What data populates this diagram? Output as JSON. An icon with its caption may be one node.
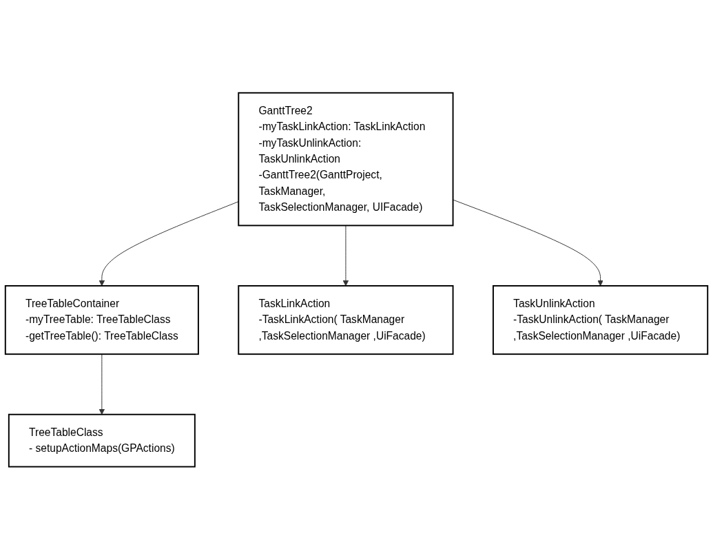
{
  "diagram": {
    "nodes": [
      {
        "text": [
          "TreeTableContainer",
          "-myTreeTable: TreeTableClass",
          "-getTreeTable(): TreeTableClass"
        ]
      },
      {
        "text": [
          "GanttTree2",
          "-myTaskLinkAction: TaskLinkAction",
          "-myTaskUnlinkAction: TaskUnlinkAction",
          "-GanttTree2(GanttProject, TaskManager, TaskSelectionManager, UIFacade)"
        ]
      },
      {
        "text": [
          "TreeTableClass",
          "- setupActionMaps(GPActions)"
        ]
      },
      {
        "text": [
          "TaskLinkAction",
          "-TaskLinkAction( TaskManager ,TaskSelectionManager ,UiFacade)"
        ]
      },
      {
        "text": [
          "TaskUnlinkAction",
          "-TaskUnlinkAction( TaskManager ,TaskSelectionManager ,UiFacade)"
        ]
      }
    ],
    "edges": [
      {
        "from": 1,
        "to": 0,
        "arrow": "to"
      },
      {
        "from": 0,
        "to": 2,
        "arrow": "to"
      },
      {
        "from": 1,
        "to": 3,
        "arrow": "to"
      },
      {
        "from": 1,
        "to": 4,
        "arrow": "to"
      }
    ]
  }
}
